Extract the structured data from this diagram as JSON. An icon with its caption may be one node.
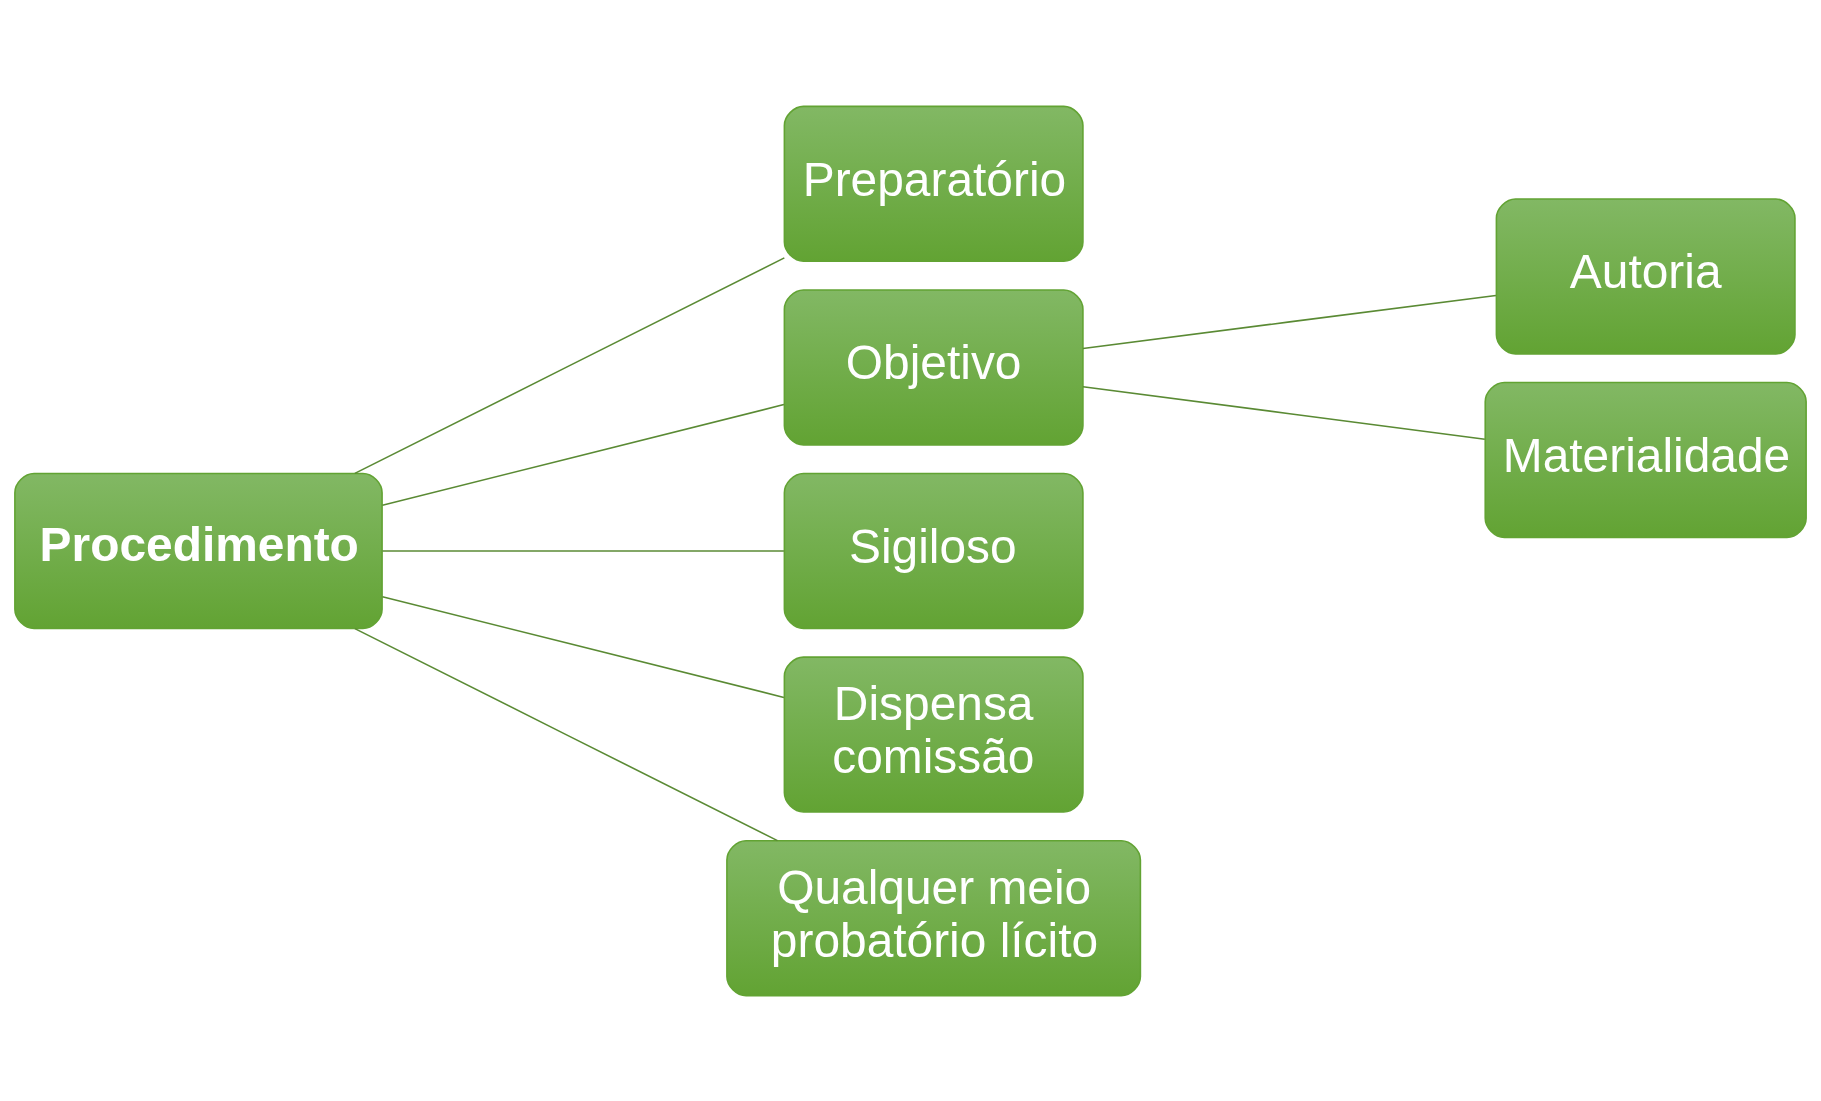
{
  "diagram": {
    "nodes": [
      {
        "text": [
          "Procedimento"
        ]
      },
      {
        "text": [
          "Preparatório"
        ]
      },
      {
        "text": [
          "Objetivo"
        ]
      },
      {
        "text": [
          "Sigiloso"
        ]
      },
      {
        "text": [
          "Dispensa comissão"
        ]
      },
      {
        "text": [
          "Qualquer meio probatório lícito"
        ]
      },
      {
        "text": [
          "Autoria"
        ]
      },
      {
        "text": [
          "Materialidade"
        ]
      }
    ],
    "edges": [
      {
        "from": 0,
        "to": 1,
        "arrow": "none"
      },
      {
        "from": 0,
        "to": 2,
        "arrow": "none"
      },
      {
        "from": 0,
        "to": 3,
        "arrow": "none"
      },
      {
        "from": 0,
        "to": 4,
        "arrow": "none"
      },
      {
        "from": 0,
        "to": 5,
        "arrow": "none"
      },
      {
        "from": 2,
        "to": 6,
        "arrow": "none"
      },
      {
        "from": 2,
        "to": 7,
        "arrow": "none"
      }
    ]
  }
}
